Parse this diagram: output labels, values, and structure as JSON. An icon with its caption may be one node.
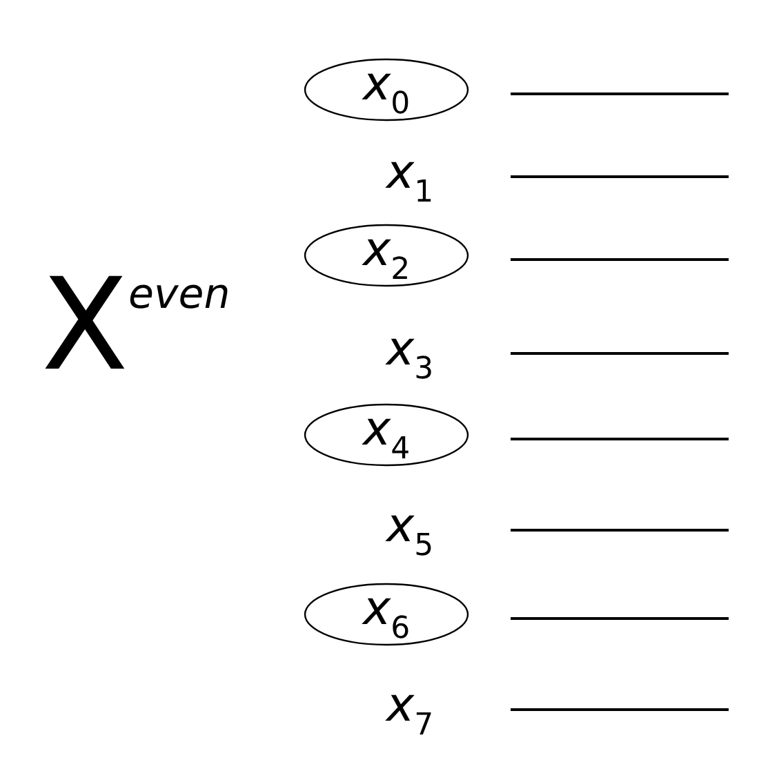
{
  "diagram": {
    "nodes": [
      {
        "text": [
          "x$_{0}$"
        ]
      },
      {
        "text": [
          "x$_{2}$"
        ]
      },
      {
        "text": [
          "x$_{4}$"
        ]
      },
      {
        "text": [
          "x$_{6}$"
        ]
      }
    ],
    "labels": [
      "x$_{1}$",
      "X$^{even}$",
      "x$_{3}$",
      "x$_{5}$",
      "x$_{7}$"
    ]
  }
}
